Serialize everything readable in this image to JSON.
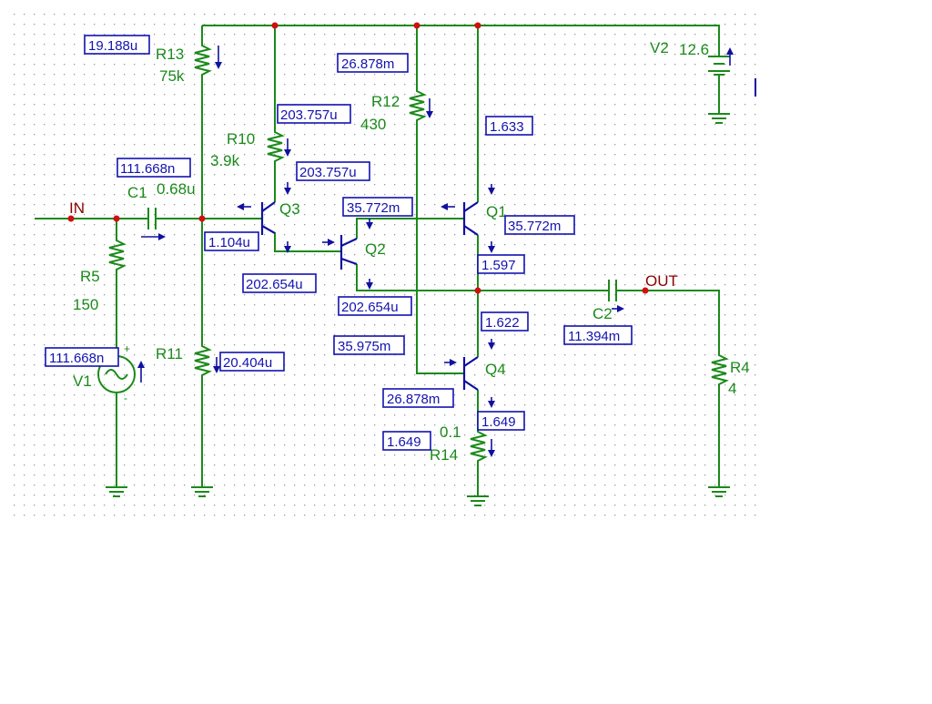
{
  "colors": {
    "background": "#ffffff",
    "grid_dots": "#9a9a9a",
    "wire": "#1a8a1a",
    "component_label": "#1a8a1a",
    "node_label": "#8b0000",
    "measurement": "#1212b0",
    "junction": "#d01010"
  },
  "nodes": {
    "in": "IN",
    "out": "OUT"
  },
  "components": {
    "r13": {
      "name": "R13",
      "value": "75k"
    },
    "r12": {
      "name": "R12",
      "value": "430"
    },
    "r10": {
      "name": "R10",
      "value": "3.9k"
    },
    "r5": {
      "name": "R5",
      "value": "150"
    },
    "r11": {
      "name": "R11"
    },
    "r14": {
      "name": "R14",
      "value": "0.1"
    },
    "r4": {
      "name": "R4",
      "value": "4"
    },
    "c1": {
      "name": "C1",
      "value": "0.68u"
    },
    "c2": {
      "name": "C2"
    },
    "v1": {
      "name": "V1"
    },
    "v2": {
      "name": "V2",
      "value": "12.6"
    },
    "q1": {
      "name": "Q1"
    },
    "q2": {
      "name": "Q2"
    },
    "q3": {
      "name": "Q3"
    },
    "q4": {
      "name": "Q4"
    }
  },
  "measurements": {
    "r13_current": "19.188u",
    "r12_current": "26.878m",
    "r10_current": "203.757u",
    "q3_emitter": "203.757u",
    "c1_current": "111.668n",
    "q3_base": "1.104u",
    "q2_base": "35.772m",
    "q1_emitter": "35.772m",
    "q1_collector": "1.633",
    "q1_base": "1.597",
    "q2_collector": "202.654u",
    "q2_emitter": "202.654u",
    "v1_current": "111.668n",
    "r11_current": "20.404u",
    "q4_collector": "35.975m",
    "q4_base": "26.878m",
    "q4_emitter": "1.622",
    "r14_current": "1.649",
    "r14_side": "1.649",
    "c2_current": "11.394m"
  }
}
